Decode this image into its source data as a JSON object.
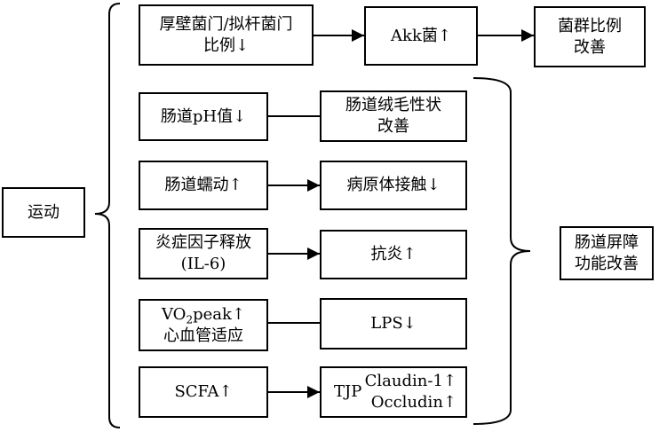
{
  "nodes": {
    "exercise": "运动",
    "fb_ratio_l1": "厚壁菌门/拟杆菌门",
    "fb_ratio_l2": "比例↓",
    "akk": "Akk菌↑",
    "flora_l1": "菌群比例",
    "flora_l2": "改善",
    "ph": "肠道pH值↓",
    "villi_l1": "肠道绒毛性状",
    "villi_l2": "改善",
    "peristalsis": "肠道蠕动↑",
    "pathogen": "病原体接触↓",
    "cytokine_l1": "炎症因子释放",
    "cytokine_l2": "(IL-6)",
    "anti_inflam": "抗炎↑",
    "vo2_pre": "VO",
    "vo2_sub": "2",
    "vo2_post": "peak↑",
    "cardio": "心血管适应",
    "lps": "LPS↓",
    "scfa": "SCFA↑",
    "tjp": "TJP",
    "claudin": "Claudin-1↑",
    "occludin": "Occludin↑",
    "barrier_l1": "肠道屏障",
    "barrier_l2": "功能改善"
  }
}
